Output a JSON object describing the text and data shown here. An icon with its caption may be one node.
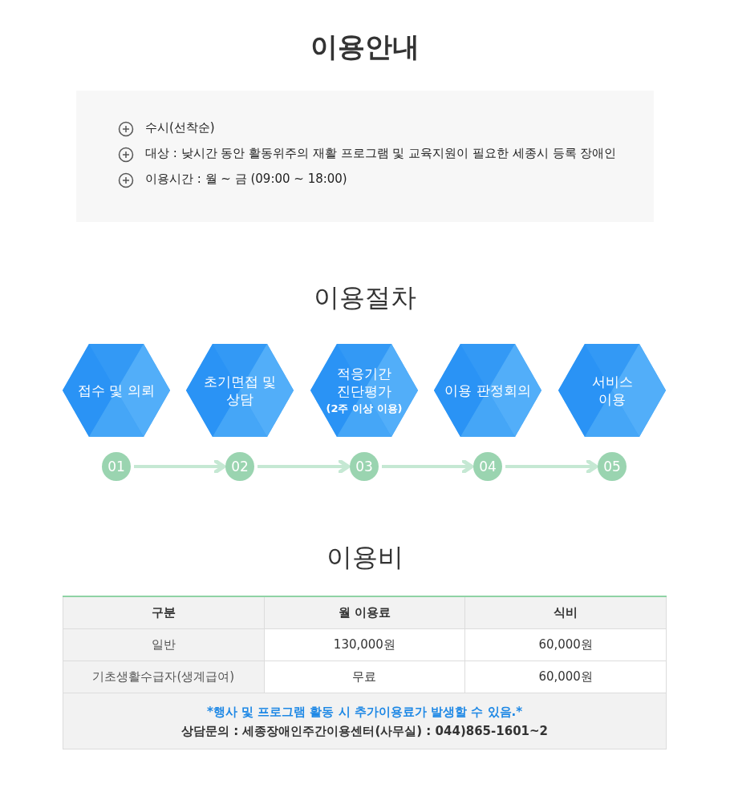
{
  "diagram": {
    "title": "이용안내",
    "nodes": [
      {
        "text": [
          "접수 및 의뢰"
        ]
      },
      {
        "text": [
          "초기면접 및 상담"
        ]
      },
      {
        "text": [
          "적응기간 진단평가",
          "(2주 이상 이용)"
        ]
      },
      {
        "text": [
          "이용 판정회의"
        ]
      },
      {
        "text": [
          "서비스 이용"
        ]
      },
      {
        "text": [
          "01"
        ]
      },
      {
        "text": [
          "02"
        ]
      },
      {
        "text": [
          "03"
        ]
      },
      {
        "text": [
          "04"
        ]
      },
      {
        "text": [
          "05"
        ]
      }
    ],
    "edges": [
      {
        "from": 5,
        "to": 6,
        "arrow": "to"
      },
      {
        "from": 6,
        "to": 7,
        "arrow": "to"
      },
      {
        "from": 7,
        "to": 8,
        "arrow": "to"
      },
      {
        "from": 8,
        "to": 9,
        "arrow": "to"
      }
    ],
    "labels": [
      "수시(선착순)",
      "대상 : 낮시간 동안 활동위주의 재활 프로그램 및 교육지원이 필요한 세종시 등록 장애인",
      "이용시간 : 월 ~ 금 (09:00 ~ 18:00)",
      "이용절차",
      "이용비",
      "구분",
      "월 이용료",
      "식비",
      "일반",
      "130,000원",
      "60,000원",
      "기초생활수급자(생계급여)",
      "무료",
      "60,000원",
      "*행사 및 프로그램 활동 시 추가이용료가 발생할 수 있음.*",
      "상담문의 : 세종장애인주간이용센터(사무실) : 044)865-1601~2"
    ]
  }
}
